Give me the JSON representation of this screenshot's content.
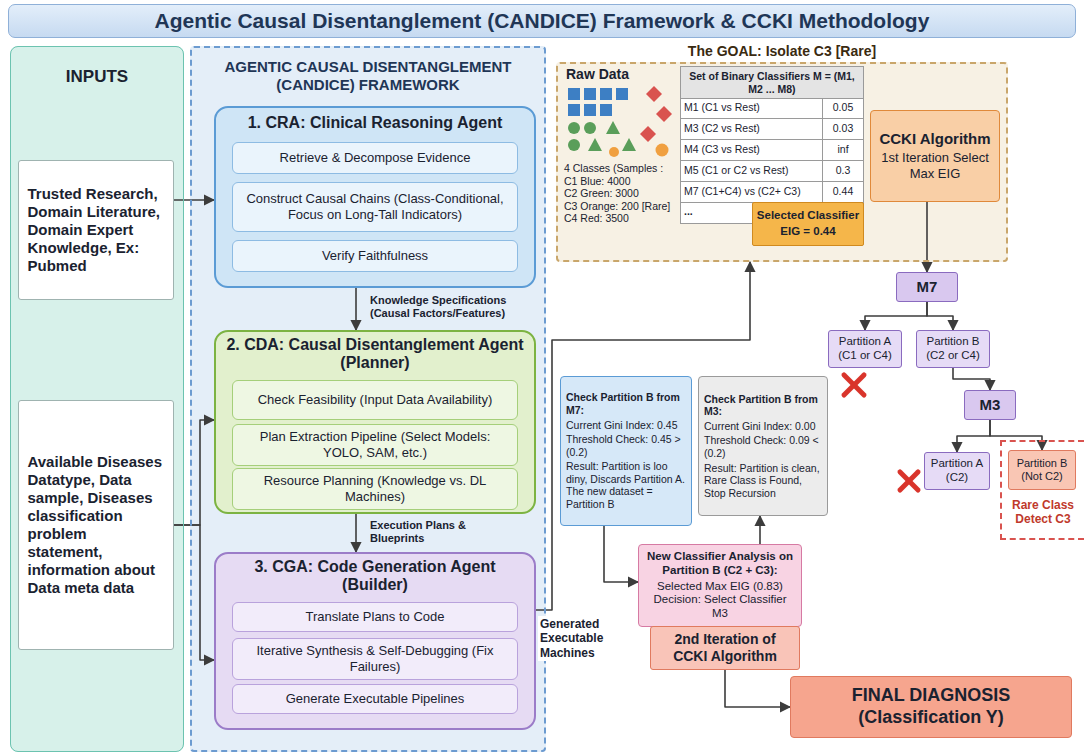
{
  "diagram": {
    "title": "Agentic Causal Disentanglement (CANDICE) Framework & CCKI Methodology",
    "nodes": [
      {
        "text": [
          "INPUTS"
        ]
      },
      {
        "text": [
          "Trusted Research, Domain Literature, Domain Expert Knowledge, Ex: Pubmed"
        ],
        "in": 0
      },
      {
        "text": [
          "Available Diseases Datatype, Data sample, Diseases classification problem statement, information about Data meta data"
        ],
        "in": 0
      },
      {
        "text": [
          "AGENTIC CAUSAL DISENTANGLEMENT (CANDICE) FRAMEWORK"
        ]
      },
      {
        "text": [
          "1. CRA: Clinical Reasoning Agent"
        ],
        "in": 3
      },
      {
        "text": [
          "Retrieve & Decompose Evidence"
        ],
        "in": 4
      },
      {
        "text": [
          "Construct Causal Chains (Class-Conditional, Focus on Long-Tall Indicators)"
        ],
        "in": 4
      },
      {
        "text": [
          "Verify Faithfulness"
        ],
        "in": 4
      },
      {
        "text": [
          "2. CDA: Causal Disentanglement Agent (Planner)"
        ],
        "in": 3
      },
      {
        "text": [
          "Check Feasibility (Input Data Availability)"
        ],
        "in": 8
      },
      {
        "text": [
          "Plan Extraction Pipeline (Select Models: YOLO, SAM, etc.)"
        ],
        "in": 8
      },
      {
        "text": [
          "Resource Planning (Knowledge vs. DL Machines)"
        ],
        "in": 8
      },
      {
        "text": [
          "3. CGA: Code Generation Agent (Builder)"
        ],
        "in": 3
      },
      {
        "text": [
          "Translate Plans to Code"
        ],
        "in": 12
      },
      {
        "text": [
          "Iterative Synthesis & Self-Debugging (Fix Failures)"
        ],
        "in": 12
      },
      {
        "text": [
          "Generate Executable Pipelines"
        ],
        "in": 12
      },
      {
        "text": [
          "The GOAL: Isolate C3 [Rare]"
        ]
      },
      {
        "text": [
          "Set of Binary Classifiers M = (M1, M2 ... M8)"
        ],
        "in": 16
      },
      {
        "text": [
          "Selected Classifier",
          "EIG = 0.44"
        ],
        "in": 17
      },
      {
        "text": [
          "CCKI Algorithm",
          "1st Iteration Select Max EIG"
        ],
        "in": 16
      },
      {
        "text": [
          "M7"
        ]
      },
      {
        "text": [
          "Partition A (C1 or C4)"
        ]
      },
      {
        "text": [
          "Partition B (C2 or C4)"
        ]
      },
      {
        "text": [
          "M3"
        ]
      },
      {
        "text": [
          "Check Partition B from M7:",
          "Current Gini Index: 0.45",
          "Threshold Check: 0.45 > (0.2)",
          "Result: Partition is loo diny, Discards Partition A. The new dataset = Partition B"
        ]
      },
      {
        "text": [
          "Check Partition B from M3:",
          "Current Gini Index: 0.00",
          "Threshold Check: 0.09 < (0.2)",
          "Result: Partition is clean, Rare Class is Found, Stop Recursion"
        ]
      },
      {
        "text": [
          "Partition A (C2)"
        ]
      },
      {
        "text": [
          "Rare Class Detect C3"
        ]
      },
      {
        "text": [
          "Partition B (Not C2)"
        ],
        "in": 27
      },
      {
        "text": [
          "New Classifier Analysis on Partition B (C2 + C3):",
          "Selected Max EIG (0.83) Decision: Select Classifier M3"
        ]
      },
      {
        "text": [
          "2nd Iteration of CCKI Algorithm"
        ]
      },
      {
        "text": [
          "FINAL DIAGNOSIS (Classification Y)"
        ]
      }
    ],
    "edges": [
      {
        "from": 1,
        "to": 4,
        "arrow": "to"
      },
      {
        "from": 2,
        "to": 8,
        "arrow": "to"
      },
      {
        "from": 2,
        "to": 12,
        "arrow": "to"
      },
      {
        "from": 4,
        "to": 8,
        "arrow": "to",
        "label": "Knowledge Specifications (Causal Factors/Features)"
      },
      {
        "from": 8,
        "to": 12,
        "arrow": "to",
        "label": "Execution Plans & Blueprints"
      },
      {
        "from": 12,
        "to": 16,
        "arrow": "to",
        "label": "Generated Executable Machines"
      },
      {
        "from": 19,
        "to": 20,
        "arrow": "to"
      },
      {
        "from": 20,
        "to": 21,
        "arrow": "to"
      },
      {
        "from": 20,
        "to": 22,
        "arrow": "to"
      },
      {
        "from": 22,
        "to": 23,
        "arrow": "to"
      },
      {
        "from": 23,
        "to": 26,
        "arrow": "to"
      },
      {
        "from": 23,
        "to": 28,
        "arrow": "to"
      },
      {
        "from": 24,
        "to": 29,
        "arrow": "to"
      },
      {
        "from": 29,
        "to": 25,
        "arrow": "to"
      },
      {
        "from": 30,
        "to": 31,
        "arrow": "to"
      }
    ],
    "labels": [
      "Raw Data",
      "4 Classes (Samples :",
      "C1 Blue: 4000",
      "C2 Green: 3000",
      "C3 Orange: 200 [Rare]",
      "C4 Red: 3500",
      "M1 (C1 vs Rest)",
      "0.05",
      "M3 (C2 vs Rest)",
      "0.03",
      "M4 (C3 vs Rest)",
      "inf",
      "M5 (C1 or C2 vs Rest)",
      "0.3",
      "M7 (C1+C4) vs (C2+ C3)",
      "0.44",
      "..."
    ]
  }
}
